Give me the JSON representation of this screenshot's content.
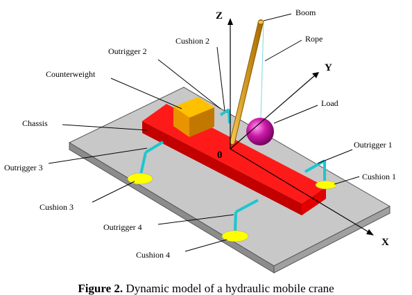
{
  "labels": {
    "boom": "Boom",
    "rope": "Rope",
    "load": "Load",
    "cushion_2": "Cushion 2",
    "outrigger_2": "Outrigger 2",
    "counterweight": "Counterweight",
    "chassis": "Chassis",
    "outrigger_1": "Outrigger 1",
    "cushion_1": "Cushion 1",
    "outrigger_3": "Outrigger 3",
    "cushion_3": "Cushion 3",
    "outrigger_4": "Outrigger 4",
    "cushion_4": "Cushion 4"
  },
  "axes": {
    "z": "Z",
    "y": "Y",
    "x": "X",
    "origin": "0"
  },
  "caption": {
    "prefix": "Figure 2.",
    "text": " Dynamic model of a hydraulic mobile crane"
  },
  "colors": {
    "platform_top": "#c8c8c8",
    "platform_side": "#8c8c8c",
    "chassis_top": "#ff1a1a",
    "chassis_side": "#c20000",
    "outrigger": "#1cc6d0",
    "cushion": "#ffff00",
    "counterweight": "#f0a000",
    "boom": "#d89a1c",
    "load": "#cc1aa8",
    "rope": "#7fd6e0"
  }
}
